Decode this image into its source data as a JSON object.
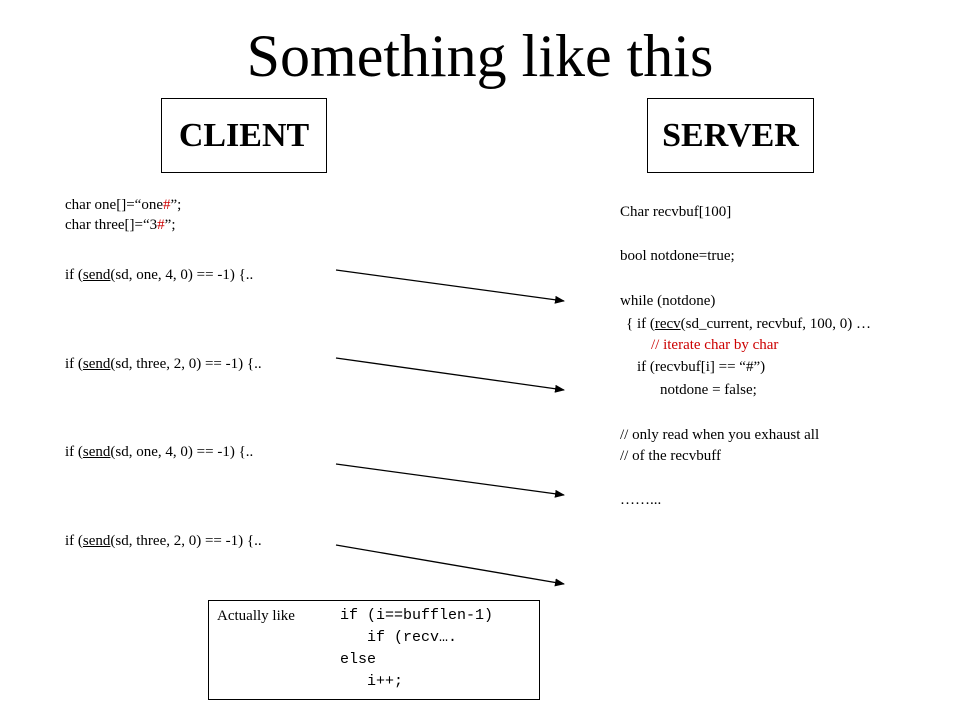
{
  "title": "Something like this",
  "client_label": "CLIENT",
  "server_label": "SERVER",
  "client_code": {
    "decl1_pre": "char one[]=“one",
    "decl1_hash": "#",
    "decl1_post": "”;",
    "decl2_pre": "char three[]=“3",
    "decl2_hash": "#",
    "decl2_post": "”;",
    "send_pre": "if (",
    "send_fn": "send",
    "send1_args": "(sd, one, 4, 0) == -1) {..",
    "send2_args": "(sd, three, 2, 0) == -1) {..",
    "send3_args": "(sd, one, 4, 0) == -1) {..",
    "send4_args": "(sd, three, 2, 0) == -1) {.."
  },
  "server_code": {
    "line1": "Char recvbuf[100]",
    "line2": "bool notdone=true;",
    "line3": "while (notdone)",
    "line4_pre": "{ if (",
    "line4_fn": "recv",
    "line4_post": "(sd_current, recvbuf, 100, 0) …",
    "line5": "// iterate char by char",
    "line6": "if (recvbuf[i] == “#”)",
    "line7": "notdone = false;",
    "line8": "// only read when you exhaust all",
    "line9": "// of the recvbuff",
    "line10": "……..."
  },
  "note": {
    "label": "Actually like",
    "code1": "if (i==bufflen-1)",
    "code2": "   if (recv….",
    "code3": "else",
    "code4": "   i++;"
  },
  "colors": {
    "text": "#000000",
    "comment": "#cc0000",
    "background": "#ffffff"
  }
}
